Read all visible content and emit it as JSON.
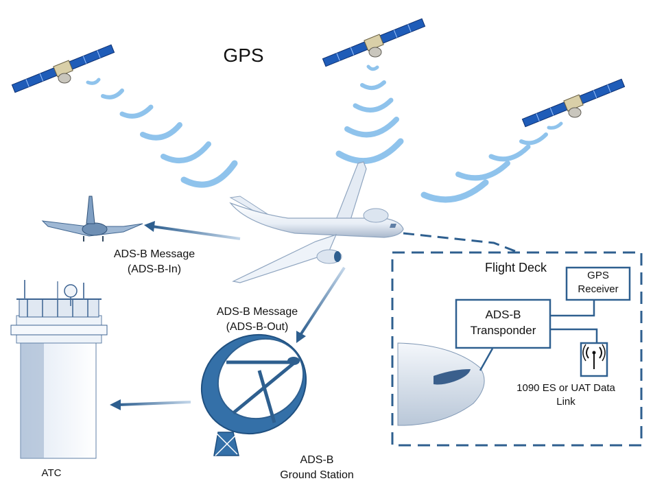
{
  "labels": {
    "gps": "GPS",
    "adsb_in_line1": "ADS-B Message",
    "adsb_in_line2": "(ADS-B-In)",
    "adsb_out_line1": "ADS-B Message",
    "adsb_out_line2": "(ADS-B-Out)",
    "atc": "ATC",
    "ground_station_line1": "ADS-B",
    "ground_station_line2": "Ground Station",
    "flight_deck": "Flight Deck",
    "gps_receiver_line1": "GPS",
    "gps_receiver_line2": "Receiver",
    "transponder_line1": "ADS-B",
    "transponder_line2": "Transponder",
    "data_link_line1": "1090 ES or UAT Data",
    "data_link_line2": "Link"
  },
  "icons": [
    "satellite-icon",
    "airplane-icon",
    "control-tower-icon",
    "satellite-dish-icon",
    "antenna-signal-icon"
  ],
  "colors": {
    "primary_blue": "#2e5f8f",
    "signal_blue": "#8fc3ec",
    "panel_blue": "#1f5cb8",
    "aircraft_white": "#f2f6fb"
  }
}
